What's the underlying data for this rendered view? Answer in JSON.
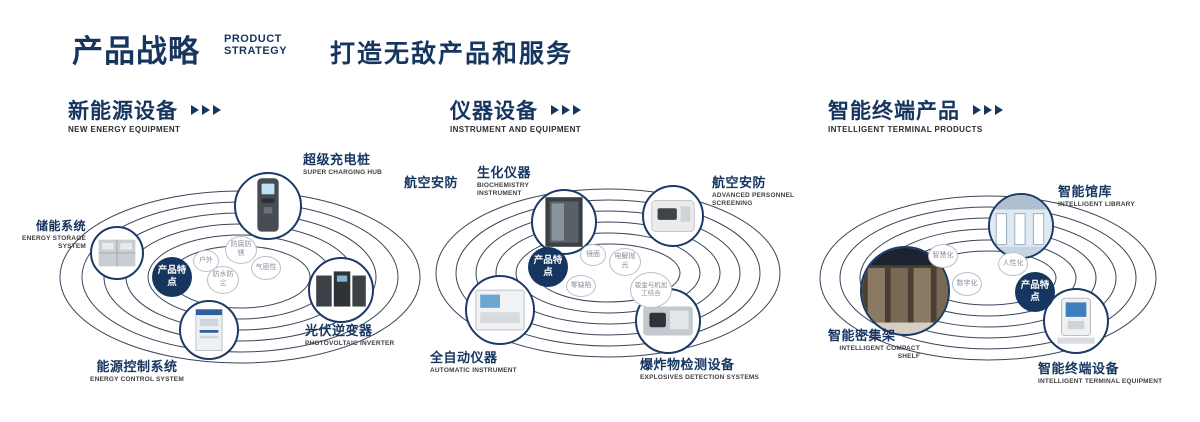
{
  "header": {
    "title": "产品战略",
    "subtitle": [
      "PRODUCT",
      "STRATEGY"
    ],
    "tagline": "打造无敌产品和服务"
  },
  "colors": {
    "primary": "#16355f",
    "ring": "#39445a",
    "feature_border": "#b9c0ca",
    "feature_text": "#8a909b"
  },
  "sections": [
    {
      "title": "新能源设备",
      "subtitle": "NEW ENERGY EQUIPMENT",
      "badge": "产品特点",
      "products": [
        {
          "name": "超级充电桩",
          "en": "SUPER CHARGING HUB"
        },
        {
          "name": "储能系统",
          "en": "ENERGY STORAGE SYSTEM"
        },
        {
          "name": "光伏逆变器",
          "en": "PHOTOVOLTAIC INVERTER"
        },
        {
          "name": "能源控制系统",
          "en": "ENERGY CONTROL SYSTEM"
        }
      ],
      "features": [
        "户外",
        "防腐防锈",
        "气密性",
        "防水防尘"
      ]
    },
    {
      "title": "仪器设备",
      "subtitle": "INSTRUMENT AND EQUIPMENT",
      "badge": "产品特点",
      "side_label": "航空安防",
      "products": [
        {
          "name": "生化仪器",
          "en": "BIOCHEMISTRY INSTRUMENT"
        },
        {
          "name": "航空安防",
          "en": "ADVANCED PERSONNEL SCREENING"
        },
        {
          "name": "全自动仪器",
          "en": "AUTOMATIC INSTRUMENT"
        },
        {
          "name": "爆炸物检测设备",
          "en": "EXPLOSIVES DETECTION SYSTEMS"
        }
      ],
      "features": [
        "镜面",
        "电解抛光",
        "零缺陷",
        "钣金与机加工结合"
      ]
    },
    {
      "title": "智能终端产品",
      "subtitle": "INTELLIGENT TERMINAL PRODUCTS",
      "badge": "产品特点",
      "products": [
        {
          "name": "智能馆库",
          "en": "INTELLIGENT LIBRARY"
        },
        {
          "name": "智能密集架",
          "en": "INTELLIGENT COMPACT SHELF"
        },
        {
          "name": "智能终端设备",
          "en": "INTELLIGENT TERMINAL EQUIPMENT"
        }
      ],
      "features": [
        "智慧化",
        "人性化",
        "数字化"
      ]
    }
  ]
}
